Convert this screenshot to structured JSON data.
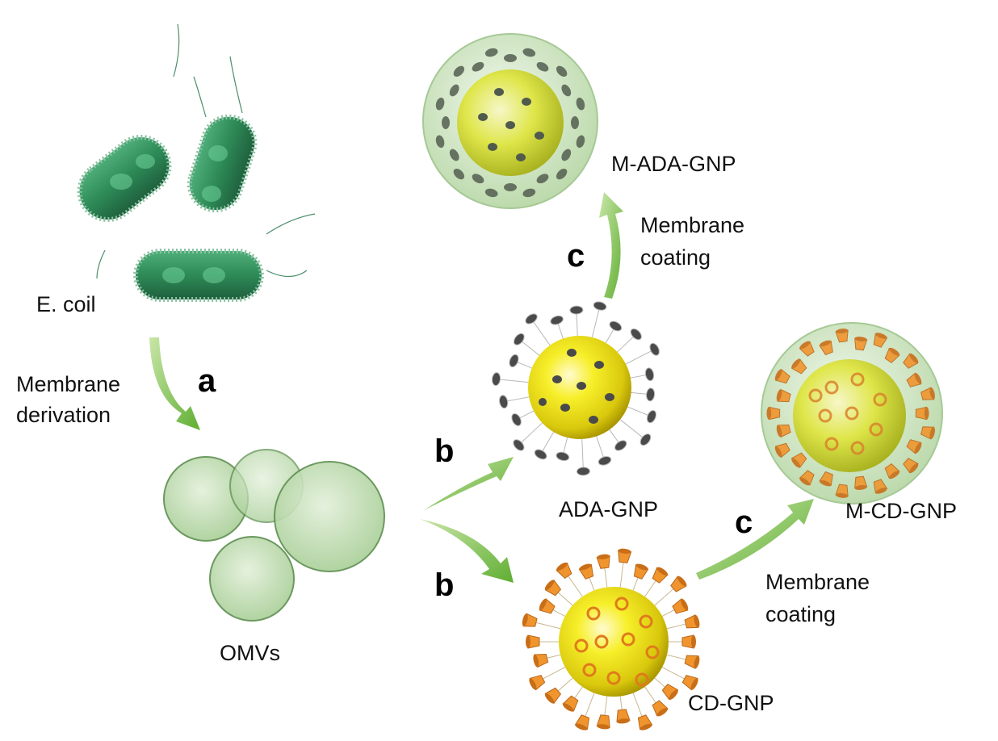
{
  "labels": {
    "ecoli": "E. coil",
    "membrane_derivation_1": "Membrane",
    "membrane_derivation_2": "derivation",
    "omvs": "OMVs",
    "ada_gnp": "ADA-GNP",
    "cd_gnp": "CD-GNP",
    "m_ada_gnp": "M-ADA-GNP",
    "m_cd_gnp": "M-CD-GNP",
    "coating_top_1": "Membrane",
    "coating_top_2": "coating",
    "coating_bottom_1": "Membrane",
    "coating_bottom_2": "coating"
  },
  "steps": {
    "a": "a",
    "b_upper": "b",
    "b_lower": "b",
    "c_upper": "c",
    "c_lower": "c"
  },
  "colors": {
    "bacteria": "#2f8f5a",
    "membrane": "#cfe6c3",
    "membrane_edge": "#5c8f4e",
    "gold_core": "#f2e51e",
    "ligand_ada": "#4a4a4a",
    "ligand_cd": "#f0952e",
    "arrow": "#6fb63f"
  }
}
